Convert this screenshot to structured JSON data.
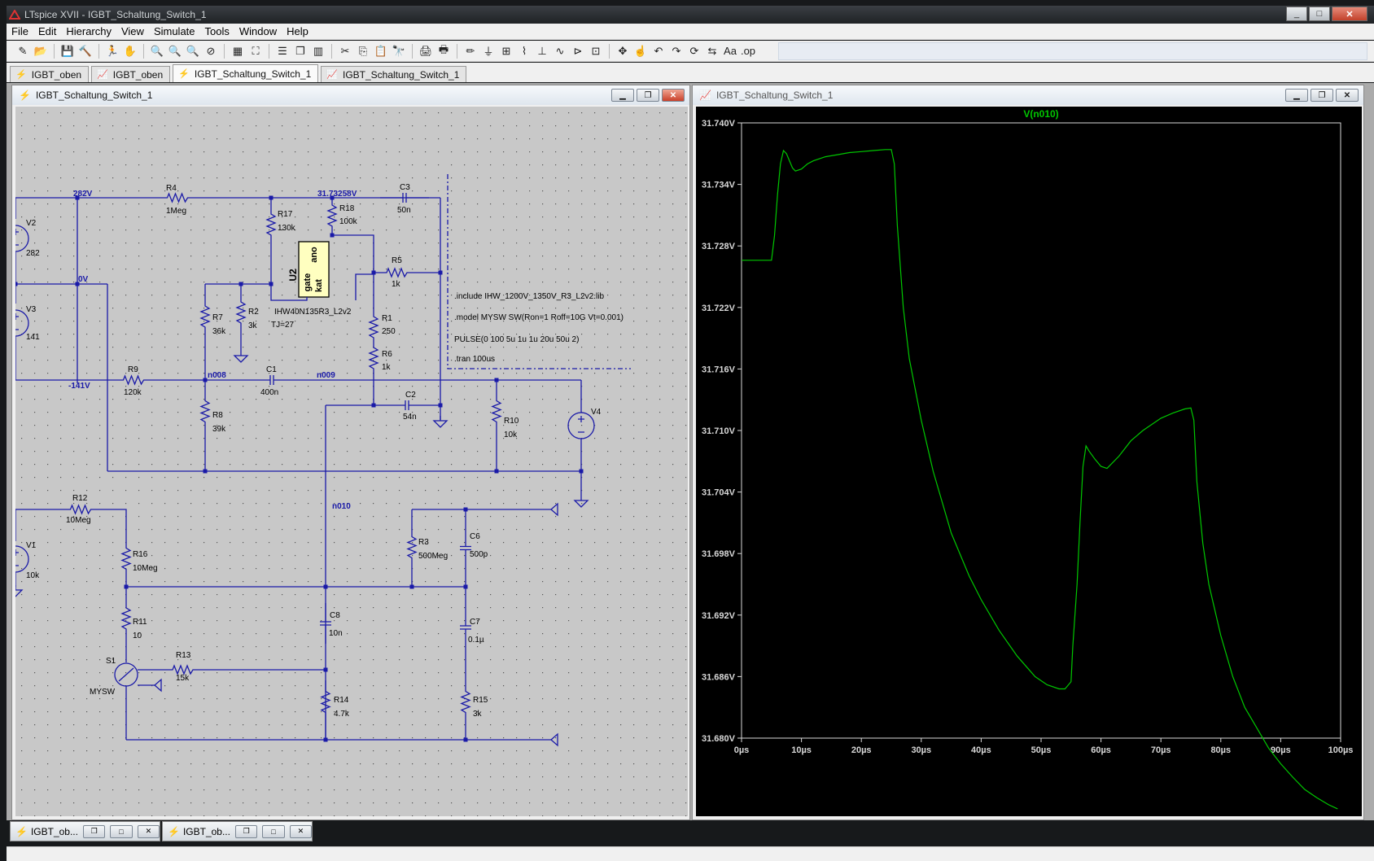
{
  "app": {
    "title": "LTspice XVII - IGBT_Schaltung_Switch_1",
    "min": "_",
    "max": "□",
    "close": "✕"
  },
  "menu": [
    "File",
    "Edit",
    "Hierarchy",
    "View",
    "Simulate",
    "Tools",
    "Window",
    "Help"
  ],
  "toolbar": {
    "icons": [
      "new-schematic-icon",
      "open-icon",
      "save-icon",
      "control-panel-icon",
      "run-icon",
      "halt-icon",
      "zoom-in-icon",
      "zoom-fit-icon",
      "zoom-out-icon",
      "zoom-cancel-icon",
      "autorange-icon",
      "full-view-icon",
      "tile-horizontal-icon",
      "cascade-icon",
      "tile-vertical-icon",
      "cut-icon",
      "copy-icon",
      "paste-icon",
      "find-icon",
      "print-setup-icon",
      "print-icon",
      "wire-icon",
      "ground-icon",
      "label-net-icon",
      "resistor-icon",
      "capacitor-icon",
      "inductor-icon",
      "diode-icon",
      "component-icon",
      "move-icon",
      "drag-icon",
      "undo-icon",
      "redo-icon",
      "rotate-icon",
      "mirror-icon",
      "text-icon",
      "spice-directive-icon"
    ],
    "glyphs": [
      "✎",
      "📂",
      "💾",
      "🔨",
      "🏃",
      "✋",
      "🔍",
      "🔍",
      "🔍",
      "⊘",
      "▦",
      "⛶",
      "☰",
      "❐",
      "▥",
      "✂",
      "⎘",
      "📋",
      "🔭",
      "🖨",
      "🖶",
      "✏",
      "⏚",
      "⊞",
      "⌇",
      "⊥",
      "∿",
      "⊳",
      "⊡",
      "✥",
      "☝",
      "↶",
      "↷",
      "⟳",
      "⇆",
      "Aa",
      ".op"
    ]
  },
  "tabs": [
    {
      "label": "IGBT_oben",
      "icon": "⚡"
    },
    {
      "label": "IGBT_oben",
      "icon": "📈"
    },
    {
      "label": "IGBT_Schaltung_Switch_1",
      "icon": "⚡"
    },
    {
      "label": "IGBT_Schaltung_Switch_1",
      "icon": "📈"
    }
  ],
  "schematic": {
    "title": "IGBT_Schaltung_Switch_1",
    "components": {
      "V2": "V2",
      "V2v": "282",
      "V3": "V3",
      "V3v": "141",
      "V1": "V1",
      "V1v": "10k",
      "V4": "V4",
      "R4": "R4",
      "R4v": "1Meg",
      "R17": "R17",
      "R17v": "130k",
      "R18": "R18",
      "R18v": "100k",
      "C3": "C3",
      "C3v": "50n",
      "R5": "R5",
      "R5v": "1k",
      "R7": "R7",
      "R7v": "36k",
      "R2": "R2",
      "R2v": "3k",
      "R1": "R1",
      "R1v": "250",
      "R6": "R6",
      "R6v": "1k",
      "R9": "R9",
      "R9v": "120k",
      "C1": "C1",
      "C1v": "400n",
      "C2": "C2",
      "C2v": "54n",
      "R8": "R8",
      "R8v": "39k",
      "R10": "R10",
      "R10v": "10k",
      "R12": "R12",
      "R12v": "10Meg",
      "R16": "R16",
      "R16v": "10Meg",
      "R3": "R3",
      "R3v": "500Meg",
      "C6": "C6",
      "C6v": "500p",
      "C7": "C7",
      "C7v": "0.1µ",
      "C8": "C8",
      "C8v": "10n",
      "R11": "R11",
      "R11v": "10",
      "R13": "R13",
      "R13v": "15k",
      "R14": "R14",
      "R14v": "4.7k",
      "R15": "R15",
      "R15v": "3k",
      "S1": "S1",
      "S1v": "MYSW",
      "U2": "U2",
      "U2pin_ano": "ano",
      "U2pin_gate": "gate",
      "U2pin_kat": "kat",
      "U2model": "IHW40N135R3_L2v2",
      "U2tj": "TJ=27"
    },
    "nets": {
      "n282": "282V",
      "n0": "0V",
      "nm141": "-141V",
      "ngate": "31.73258V",
      "n008": "n008",
      "n009": "n009",
      "n010": "n010"
    },
    "directives": [
      ".include IHW_1200V_1350V_R3_L2v2.lib",
      ".model MYSW SW(Ron=1 Roff=10G Vt=0.001)",
      "PULSE(0 100 5u 1u 1u 20u 50u 2)",
      ".tran 100us"
    ]
  },
  "waveform": {
    "title": "IGBT_Schaltung_Switch_1",
    "colors": {
      "bg": "#000000",
      "trace": "#00c800",
      "axis": "#d8d8d8",
      "label": "#00c800"
    },
    "chart_data": {
      "type": "line",
      "title": "V(n010)",
      "xlabel": "",
      "ylabel": "",
      "xlim": [
        0,
        100
      ],
      "ylim": [
        31.68,
        31.74
      ],
      "x_tick_labels": [
        "0µs",
        "10µs",
        "20µs",
        "30µs",
        "40µs",
        "50µs",
        "60µs",
        "70µs",
        "80µs",
        "90µs",
        "100µs"
      ],
      "x_ticks": [
        0,
        10,
        20,
        30,
        40,
        50,
        60,
        70,
        80,
        90,
        100
      ],
      "y_tick_labels": [
        "31.680V",
        "31.686V",
        "31.692V",
        "31.698V",
        "31.704V",
        "31.710V",
        "31.716V",
        "31.722V",
        "31.728V",
        "31.734V",
        "31.740V"
      ],
      "y_ticks": [
        31.68,
        31.686,
        31.692,
        31.698,
        31.704,
        31.71,
        31.716,
        31.722,
        31.728,
        31.734,
        31.74
      ],
      "grid": false,
      "series": [
        {
          "name": "V(n010)",
          "x": [
            0,
            2.5,
            5,
            5.5,
            6,
            6.5,
            7,
            7.5,
            8,
            8.5,
            9,
            10,
            11,
            12,
            13,
            14,
            16,
            18,
            20,
            22,
            24,
            25,
            25.5,
            26,
            27,
            28,
            30,
            32,
            35,
            38,
            40,
            43,
            46,
            49,
            51,
            53,
            54,
            55,
            55.3,
            56,
            56.5,
            57,
            57.5,
            58,
            59,
            60,
            61,
            63,
            65,
            67,
            70,
            72,
            74,
            75,
            75.5,
            76,
            77,
            78,
            80,
            82,
            84,
            86,
            88,
            90,
            92,
            94,
            96,
            98,
            99.5
          ],
          "y": [
            31.7266,
            31.7266,
            31.7266,
            31.729,
            31.733,
            31.736,
            31.7373,
            31.737,
            31.7363,
            31.7356,
            31.7353,
            31.7355,
            31.736,
            31.7363,
            31.7365,
            31.7367,
            31.7369,
            31.7371,
            31.7372,
            31.7373,
            31.7374,
            31.7374,
            31.736,
            31.73,
            31.722,
            31.717,
            31.711,
            31.706,
            31.7,
            31.6958,
            31.6935,
            31.6905,
            31.688,
            31.686,
            31.6852,
            31.6848,
            31.6848,
            31.6855,
            31.689,
            31.695,
            31.701,
            31.7065,
            31.7085,
            31.708,
            31.7072,
            31.7065,
            31.7063,
            31.7075,
            31.709,
            31.71,
            31.7112,
            31.7117,
            31.7121,
            31.7122,
            31.711,
            31.705,
            31.699,
            31.695,
            31.69,
            31.686,
            31.683,
            31.681,
            31.679,
            31.6775,
            31.6762,
            31.675,
            31.6742,
            31.6735,
            31.6731
          ]
        }
      ]
    }
  },
  "minimized": [
    {
      "label": "IGBT_ob...",
      "icon": "⚡"
    },
    {
      "label": "IGBT_ob...",
      "icon": "⚡"
    }
  ],
  "minimized_btns": {
    "restore": "❐",
    "max": "□",
    "close": "✕"
  }
}
